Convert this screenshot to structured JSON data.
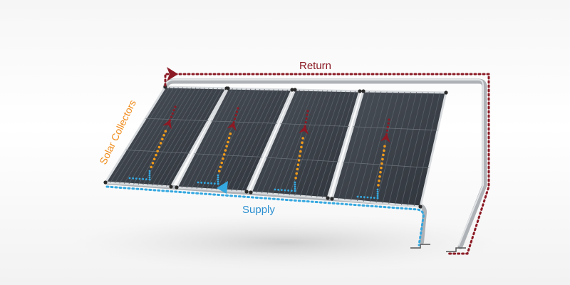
{
  "labels": {
    "return": "Return",
    "supply": "Supply",
    "collectors": "Solar Collectors"
  },
  "colors": {
    "return": "#8b1a24",
    "supply": "#35a8e0",
    "heating": "#f09a1a",
    "panel": "#3a4048",
    "pipe": "#b5b9bd"
  },
  "panel_count": 4
}
